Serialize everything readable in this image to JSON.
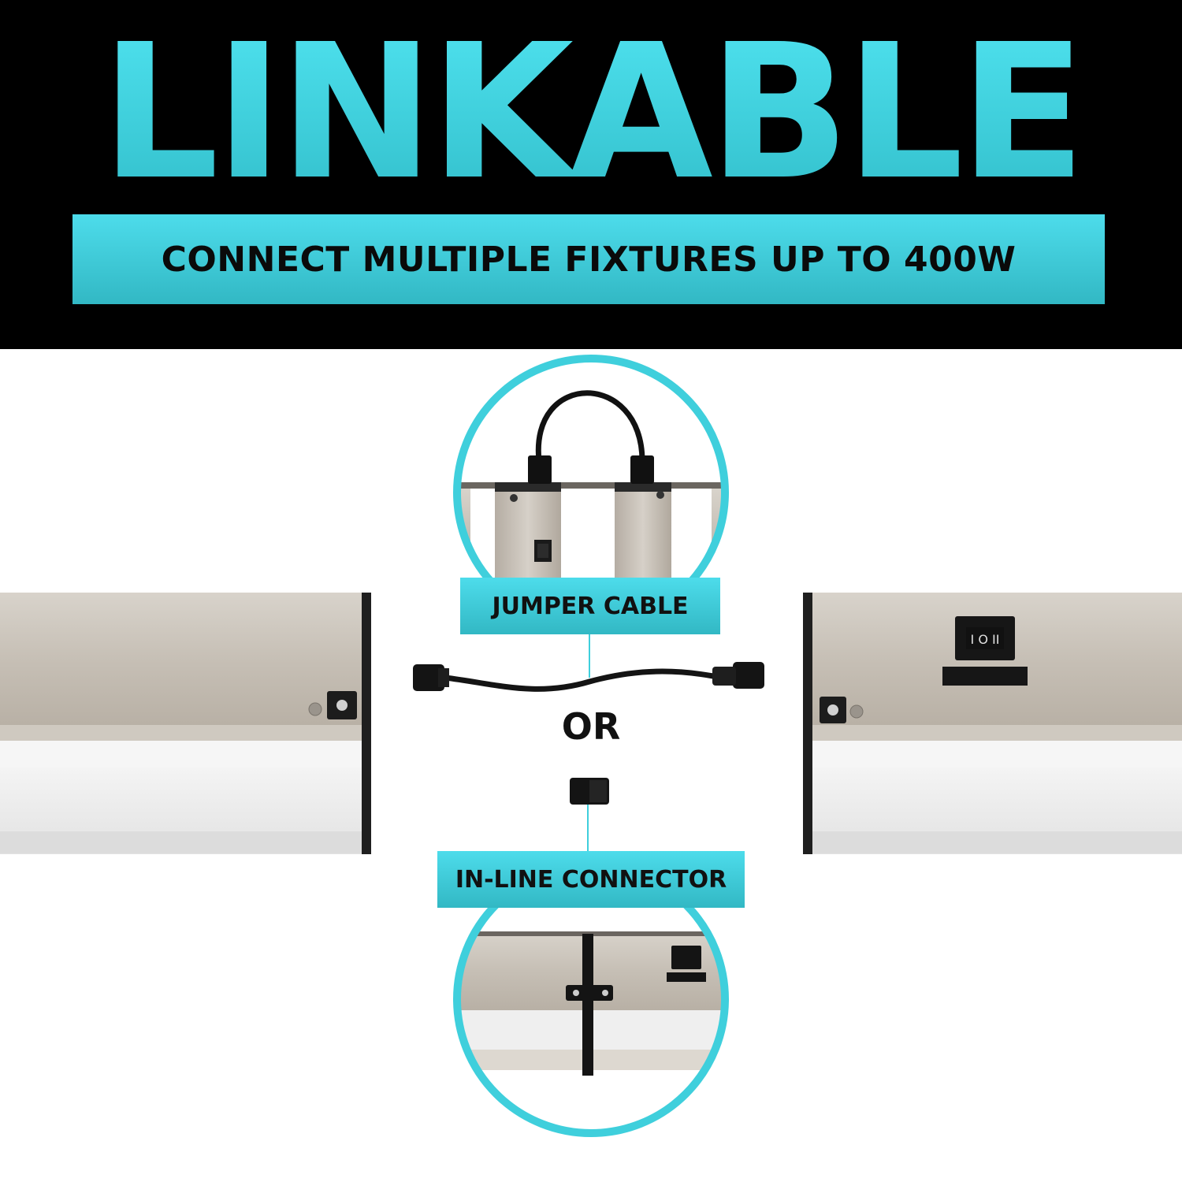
{
  "header": {
    "headline": "LINKABLE",
    "subheadline": "CONNECT MULTIPLE FIXTURES UP TO 400W"
  },
  "options": {
    "jumper_label": "JUMPER CABLE",
    "separator": "OR",
    "inline_label": "IN-LINE CONNECTOR"
  },
  "colors": {
    "accent": "#3fcfdc",
    "header_background": "#000000",
    "background": "#ffffff",
    "fixture_metal": "#c9c2b8"
  }
}
